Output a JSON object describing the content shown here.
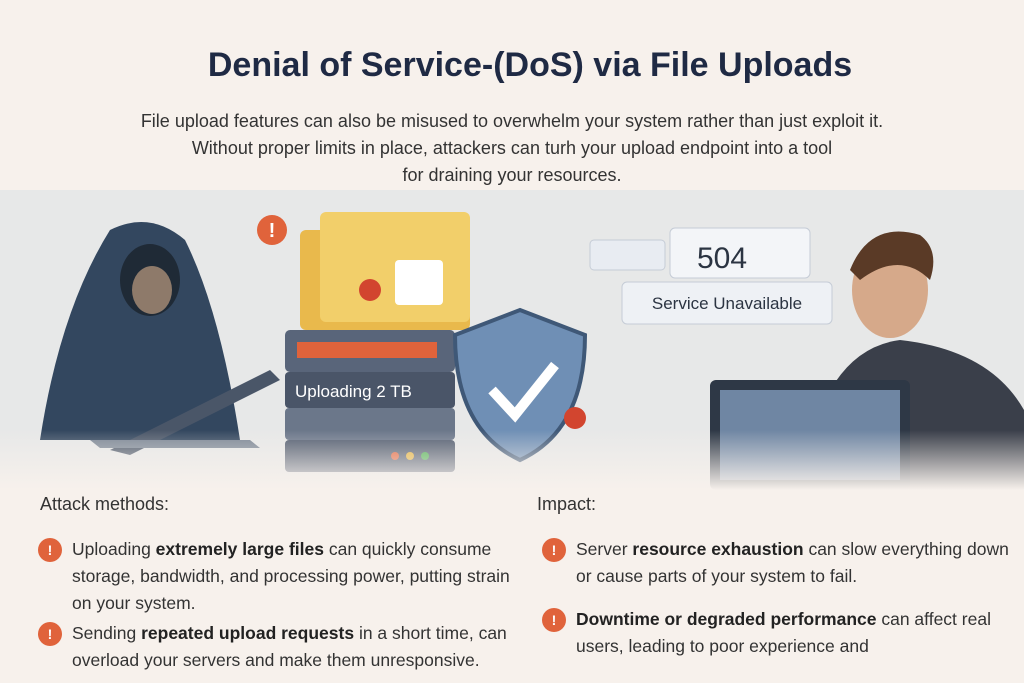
{
  "title": "Denial of Service-(DoS) via File Uploads",
  "subtitle": [
    "File upload features can also be misused to overwhelm your system rather than just exploit it.",
    "Without proper limits in place, attackers can turh your upload endpoint into a tool",
    "for draining your resources."
  ],
  "illustration": {
    "upload_label": "Uploading 2 TB",
    "error_code": "504",
    "error_text": "Service Unavailable"
  },
  "attack": {
    "heading": "Attack methods:",
    "items": [
      {
        "pre": "Uploading ",
        "bold": "extremely large files",
        "post": " can quickly consume storage, bandwidth, and processing power, putting strain on your system."
      },
      {
        "pre": "Sending ",
        "bold": "repeated upload requests",
        "post": " in a short time, can overload your servers and make them unresponsive."
      }
    ]
  },
  "impact": {
    "heading": "Impact:",
    "items": [
      {
        "pre": "Server ",
        "bold": "resource exhaustion",
        "post": " can slow everything down or cause parts of your system to fail."
      },
      {
        "pre": "",
        "bold": "Downtime or degraded performance",
        "post": " can affect real users, leading to poor experience and"
      }
    ]
  },
  "colors": {
    "accent": "#e0633b",
    "title": "#1f2a44"
  }
}
